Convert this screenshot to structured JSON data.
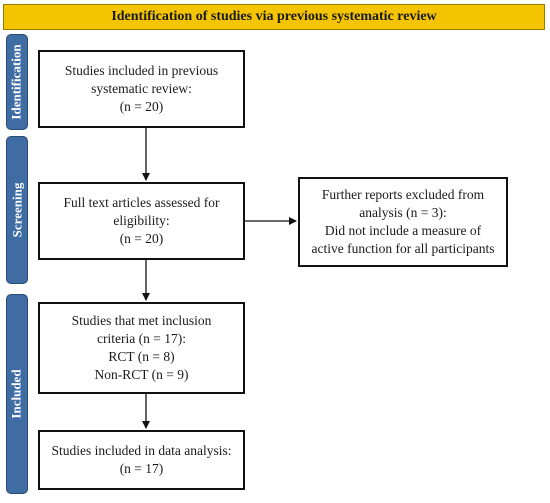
{
  "title": "Identification of studies via previous systematic review",
  "phases": {
    "identification": "Identification",
    "screening": "Screening",
    "included": "Included"
  },
  "boxes": {
    "previous_review": [
      "Studies included in previous",
      "systematic review:",
      "(n = 20)"
    ],
    "full_text": [
      "Full text articles assessed for",
      "eligibility:",
      "(n = 20)"
    ],
    "excluded": [
      "Further reports excluded from",
      "analysis (n = 3):",
      "Did not include a measure of",
      "active function for all participants"
    ],
    "met_inclusion": [
      "Studies that met inclusion",
      "criteria (n = 17):",
      "RCT (n = 8)",
      "Non-RCT (n = 9)"
    ],
    "data_analysis": [
      "Studies included in data analysis:",
      "(n = 17)"
    ]
  },
  "colors": {
    "banner": "#f5c400",
    "phase": "#3f6da3"
  }
}
